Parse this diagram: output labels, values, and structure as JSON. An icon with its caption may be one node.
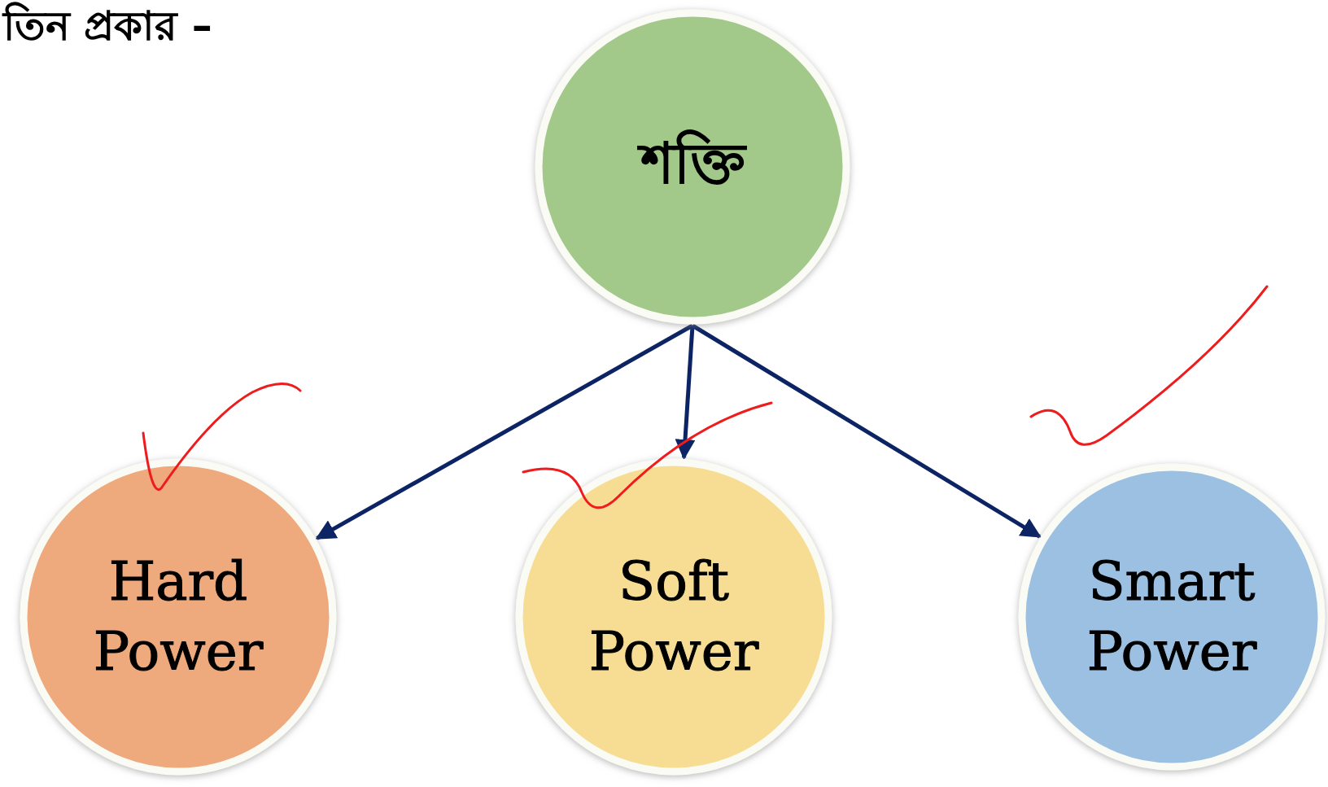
{
  "diagram": {
    "title": "তিন প্রকার –",
    "nodes": [
      {
        "text": [
          "শক্তি"
        ]
      },
      {
        "text": [
          "Hard Power"
        ]
      },
      {
        "text": [
          "Soft Power"
        ]
      },
      {
        "text": [
          "Smart Power"
        ]
      }
    ],
    "edges": [
      {
        "from": 0,
        "to": 1,
        "arrow": "to"
      },
      {
        "from": 0,
        "to": 2,
        "arrow": "to"
      },
      {
        "from": 0,
        "to": 3,
        "arrow": "to"
      }
    ]
  }
}
